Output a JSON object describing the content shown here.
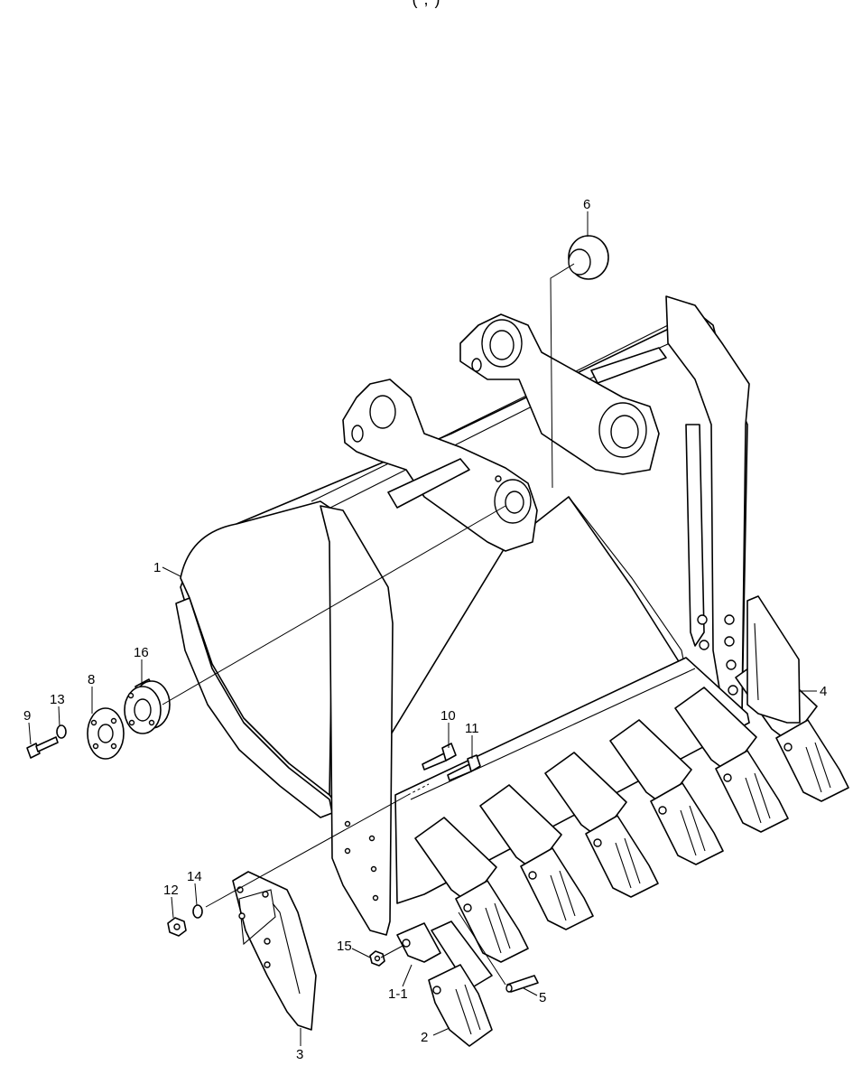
{
  "header_fragment": "(          ,                        )",
  "callouts": {
    "c1": "1",
    "c1_1": "1-1",
    "c2": "2",
    "c3": "3",
    "c4": "4",
    "c5": "5",
    "c6": "6",
    "c8": "8",
    "c9": "9",
    "c10": "10",
    "c11": "11",
    "c12": "12",
    "c13": "13",
    "c14": "14",
    "c15": "15",
    "c16": "16"
  }
}
